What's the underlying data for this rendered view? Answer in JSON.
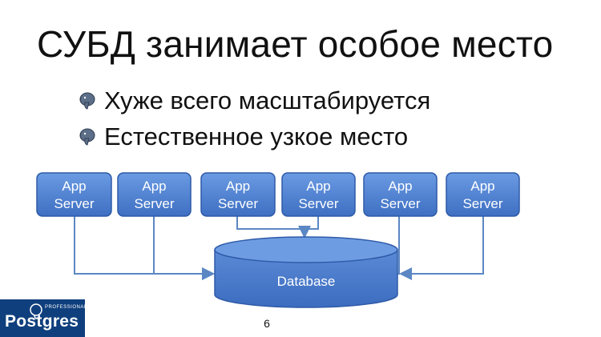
{
  "slide": {
    "title": "СУБД занимает особое место",
    "bullets": [
      {
        "text": "Хуже всего масштабируется",
        "icon": "elephant-icon"
      },
      {
        "text": "Естественное узкое место",
        "icon": "elephant-icon"
      }
    ],
    "page_number": "6"
  },
  "diagram": {
    "servers": [
      {
        "line1": "App",
        "line2": "Server"
      },
      {
        "line1": "App",
        "line2": "Server"
      },
      {
        "line1": "App",
        "line2": "Server"
      },
      {
        "line1": "App",
        "line2": "Server"
      },
      {
        "line1": "App",
        "line2": "Server"
      },
      {
        "line1": "App",
        "line2": "Server"
      }
    ],
    "database_label": "Database",
    "colors": {
      "box_fill": "#4a7fd3",
      "box_border": "#2e5aa8",
      "connector": "#5b87c4"
    }
  },
  "logo": {
    "word": "Postgres",
    "tagline": "PROFESSIONAL",
    "color": "#0f3f7d"
  }
}
